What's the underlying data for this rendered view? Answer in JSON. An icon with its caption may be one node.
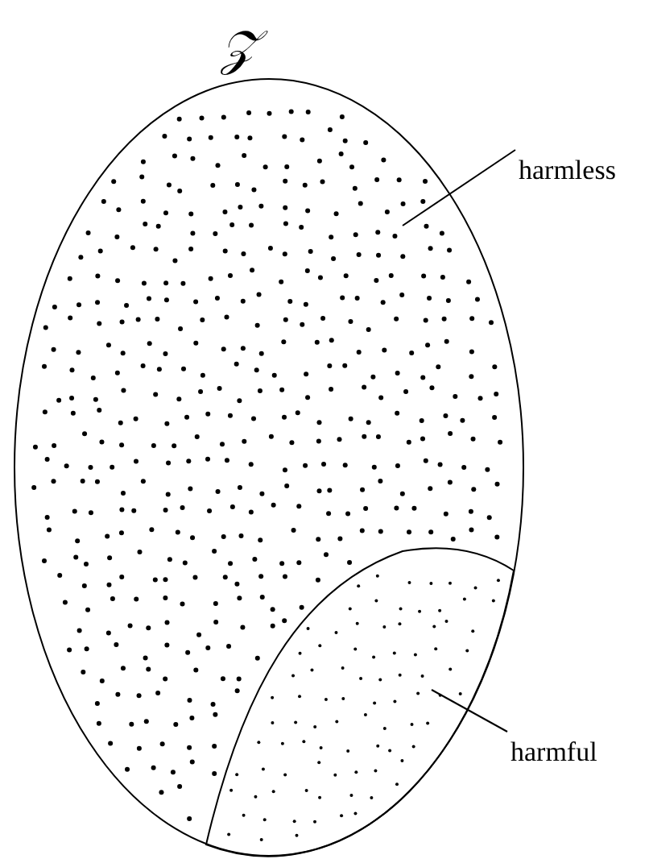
{
  "diagram": {
    "nodes": [
      {
        "text": [
          "𝒵"
        ]
      },
      {
        "text": [],
        "shape": "region",
        "in": 0
      },
      {
        "text": [
          "harmless"
        ]
      },
      {
        "text": [
          "harmful"
        ]
      }
    ],
    "edges": [
      {
        "from": 2,
        "to": 0,
        "arrow": "none"
      },
      {
        "from": 3,
        "to": 1,
        "arrow": "none"
      }
    ]
  }
}
